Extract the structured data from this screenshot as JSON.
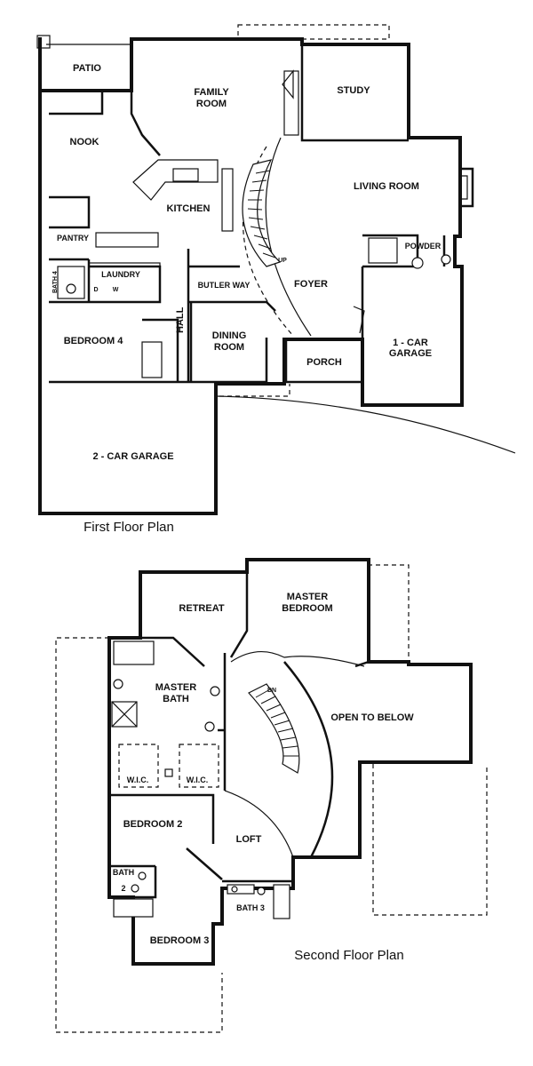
{
  "first_floor": {
    "caption": "First Floor Plan",
    "rooms": {
      "patio": "PATIO",
      "family_room_1": "FAMILY",
      "family_room_2": "ROOM",
      "study": "STUDY",
      "nook": "NOOK",
      "kitchen": "KITCHEN",
      "living_room": "LIVING ROOM",
      "pantry": "PANTRY",
      "powder": "POWDER",
      "bath4": "BATH 4",
      "laundry": "LAUNDRY",
      "d": "D",
      "w": "W",
      "hall": "HALL",
      "butler_way": "BUTLER WAY",
      "foyer": "FOYER",
      "up": "UP",
      "bedroom4": "BEDROOM 4",
      "dining_1": "DINING",
      "dining_2": "ROOM",
      "porch": "PORCH",
      "garage1_1": "1 - CAR",
      "garage1_2": "GARAGE",
      "garage2": "2 - CAR GARAGE"
    }
  },
  "second_floor": {
    "caption": "Second Floor Plan",
    "rooms": {
      "retreat": "RETREAT",
      "master_bedroom_1": "MASTER",
      "master_bedroom_2": "BEDROOM",
      "master_bath_1": "MASTER",
      "master_bath_2": "BATH",
      "dn": "DN",
      "open_to_below": "OPEN TO BELOW",
      "wic_left": "W.I.C.",
      "wic_right": "W.I.C.",
      "bedroom2": "BEDROOM 2",
      "loft": "LOFT",
      "bath2_1": "BATH",
      "bath2_2": "2",
      "bath3": "BATH 3",
      "bedroom3": "BEDROOM 3"
    }
  }
}
